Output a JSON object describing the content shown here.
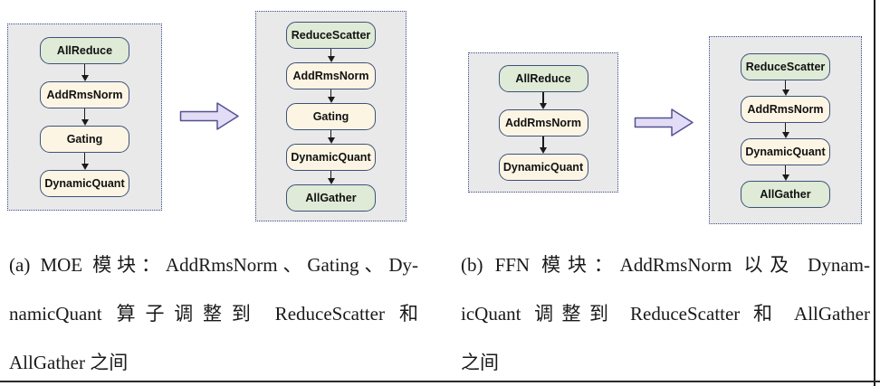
{
  "figure": {
    "panels": {
      "moe_before": {
        "nodes": [
          {
            "label": "AllReduce",
            "type": "green"
          },
          {
            "label": "AddRmsNorm",
            "type": "cream"
          },
          {
            "label": "Gating",
            "type": "cream"
          },
          {
            "label": "DynamicQuant",
            "type": "cream"
          }
        ]
      },
      "moe_after": {
        "nodes": [
          {
            "label": "ReduceScatter",
            "type": "green"
          },
          {
            "label": "AddRmsNorm",
            "type": "cream"
          },
          {
            "label": "Gating",
            "type": "cream"
          },
          {
            "label": "DynamicQuant",
            "type": "cream"
          },
          {
            "label": "AllGather",
            "type": "green"
          }
        ]
      },
      "ffn_before": {
        "nodes": [
          {
            "label": "AllReduce",
            "type": "green"
          },
          {
            "label": "AddRmsNorm",
            "type": "cream"
          },
          {
            "label": "DynamicQuant",
            "type": "cream"
          }
        ]
      },
      "ffn_after": {
        "nodes": [
          {
            "label": "ReduceScatter",
            "type": "green"
          },
          {
            "label": "AddRmsNorm",
            "type": "cream"
          },
          {
            "label": "DynamicQuant",
            "type": "cream"
          },
          {
            "label": "AllGather",
            "type": "green"
          }
        ]
      }
    },
    "captions": {
      "a": {
        "line1": "(a) MOE 模块：AddRmsNorm、Gating、Dy-",
        "line2": "namicQuant 算子调整到 ReduceScatter 和",
        "line3": "AllGather 之间"
      },
      "b": {
        "line1": "(b) FFN 模块：AddRmsNorm 以及 Dynam-",
        "line2": "icQuant 调整到 ReduceScatter 和 AllGather",
        "line3": "之间"
      }
    },
    "colors": {
      "panel_fill": "#e9e9ea",
      "panel_border": "#3d4e8c",
      "node_border": "#3d5179",
      "node_green_fill": "#dfead7",
      "node_cream_fill": "#fdf5e4",
      "connector": "#1a1a1a",
      "arrow_fill": "#e3dcf6",
      "arrow_stroke": "#52528f",
      "frame_rule": "#1a1a1a"
    }
  }
}
